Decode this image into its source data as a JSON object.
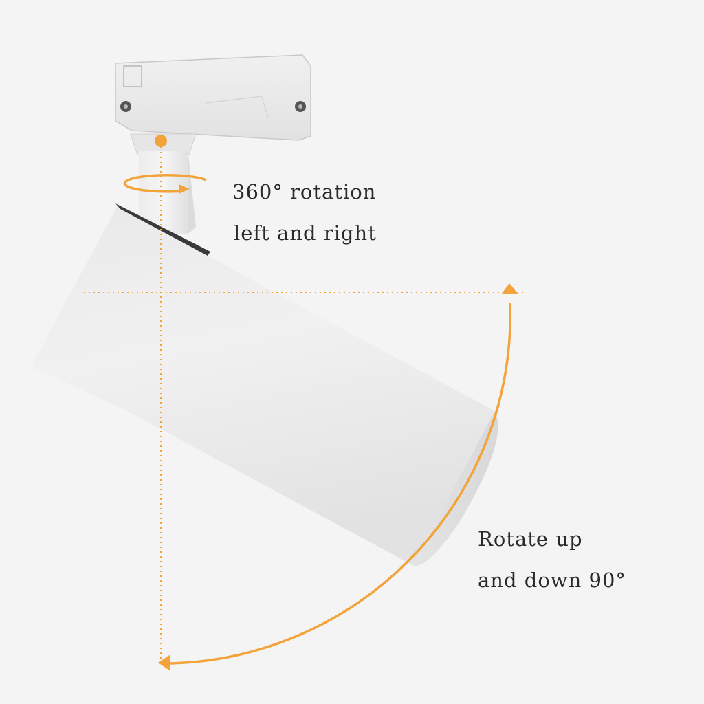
{
  "rotation_caption": {
    "line1": "360°  rotation",
    "line2": "left and right"
  },
  "tilt_caption": {
    "line1": "Rotate up",
    "line2": "and down 90°"
  },
  "colors": {
    "accent": "#f2a33a",
    "background": "#f4f4f4",
    "fixture_body": "#ececec"
  }
}
